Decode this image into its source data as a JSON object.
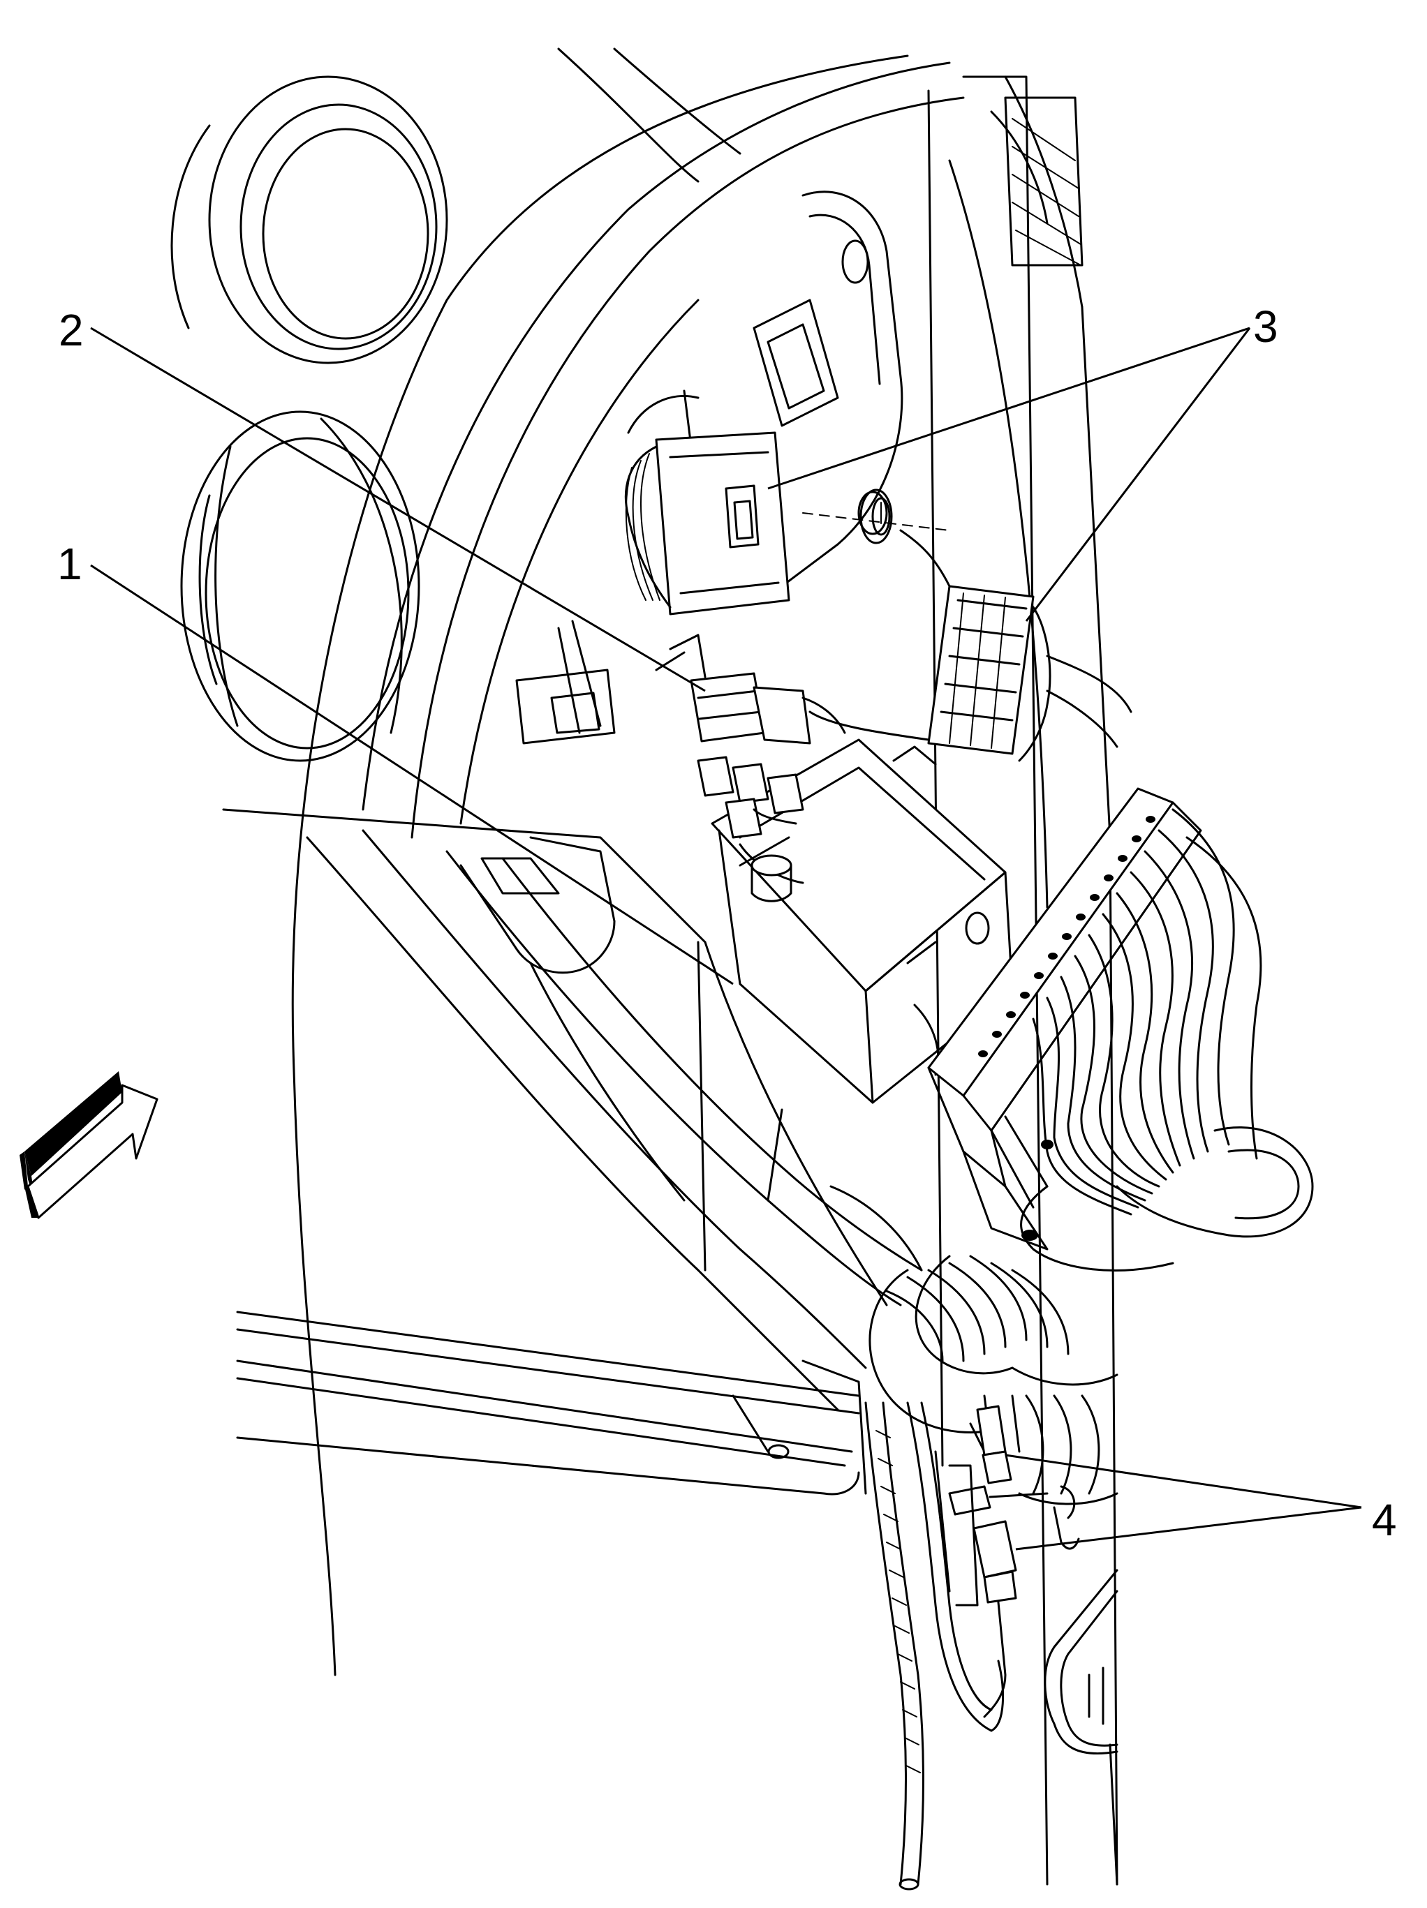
{
  "callouts": [
    {
      "id": "1",
      "label": "1"
    },
    {
      "id": "2",
      "label": "2"
    },
    {
      "id": "3",
      "label": "3"
    },
    {
      "id": "4",
      "label": "4"
    }
  ],
  "icons": {
    "view_arrow": "view-direction-arrow-icon"
  },
  "colors": {
    "ink": "#000000",
    "paper": "#ffffff"
  }
}
